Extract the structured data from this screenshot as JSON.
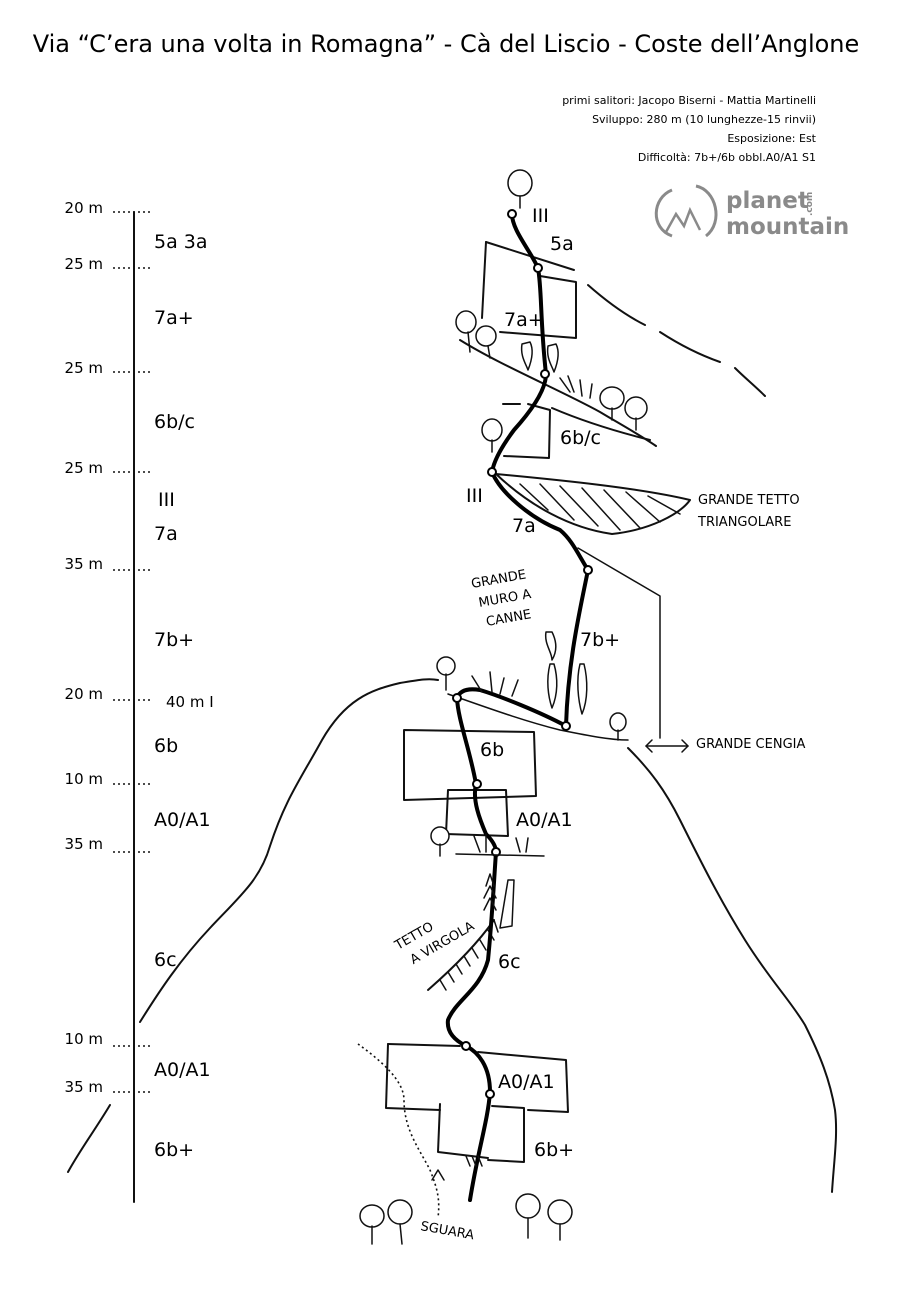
{
  "title": "Via “C’era una volta in Romagna” - Cà del Liscio - Coste dell’Anglone",
  "info": {
    "first_ascent": "primi salitori: Jacopo Biserni - Mattia Martinelli",
    "length": "Sviluppo: 280 m (10 lunghezze-15 rinvii)",
    "exposure": "Esposizione: Est",
    "difficulty": "Difficoltà: 7b+/6b obbl.A0/A1  S1"
  },
  "logo": {
    "line1": "planet",
    "line2": "mountain",
    "suffix": ".com"
  },
  "scale": {
    "distances": [
      "20 m",
      "25 m",
      "25 m",
      "25 m",
      "35 m",
      "20 m",
      "10 m",
      "35 m",
      "10 m",
      "35 m"
    ],
    "grades": [
      "5a  3a",
      "7a+",
      "6b/c",
      "III",
      "7a",
      "7b+",
      "6b",
      "A0/A1",
      "6c",
      "A0/A1",
      "6b+"
    ],
    "extra": "40 m  I"
  },
  "topo_grades": {
    "g1": "III",
    "g2": "5a",
    "g3": "7a+",
    "g4": "6b/c",
    "g5": "III",
    "g6": "7a",
    "g7": "7b+",
    "g8": "6b",
    "g9": "A0/A1",
    "g10": "6c",
    "g11": "A0/A1",
    "g12": "6b+"
  },
  "labels": {
    "roof_l1": "GRANDE TETTO",
    "roof_l2": "TRIANGOLARE",
    "wall_l1": "GRANDE",
    "wall_l2": "MURO A",
    "wall_l3": "CANNE",
    "ledge": "GRANDE CENGIA",
    "comma_l1": "TETTO",
    "comma_l2": "A VIRGOLA",
    "start": "SGUARA"
  }
}
